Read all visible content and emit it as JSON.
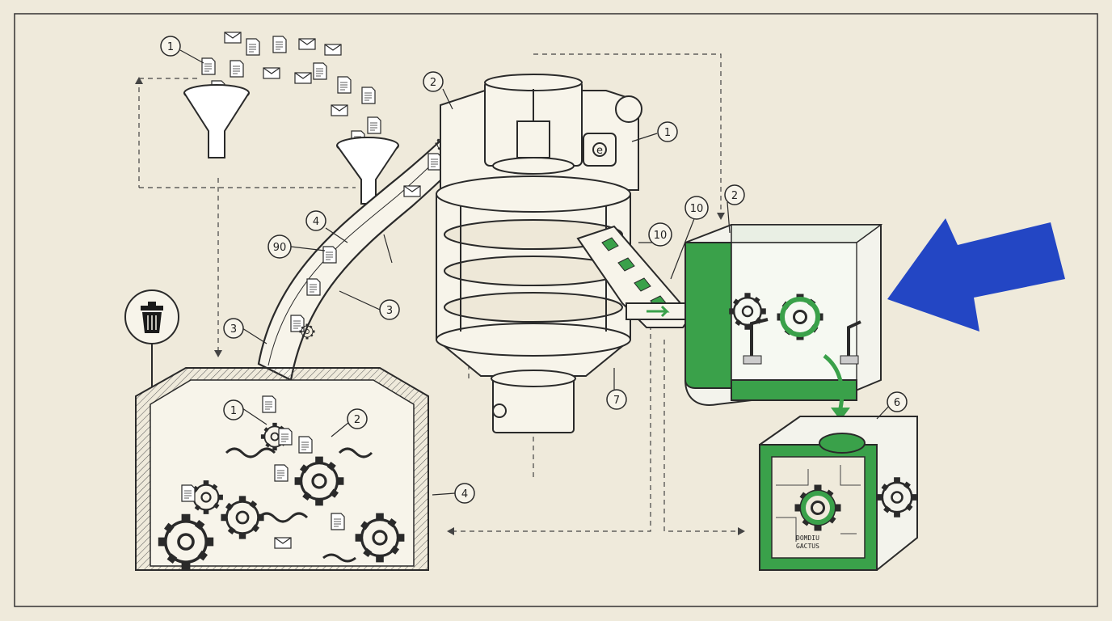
{
  "diagram": {
    "callouts": [
      {
        "id": "c-funnel-1",
        "text": "1"
      },
      {
        "id": "c-hopper-2",
        "text": "2"
      },
      {
        "id": "c-hopper-1",
        "text": "1"
      },
      {
        "id": "c-chute-4",
        "text": "4"
      },
      {
        "id": "c-chute-90",
        "text": "90"
      },
      {
        "id": "c-chute-3a",
        "text": "3"
      },
      {
        "id": "c-chute-3b",
        "text": "3"
      },
      {
        "id": "c-bin-1",
        "text": "1"
      },
      {
        "id": "c-bin-2",
        "text": "2"
      },
      {
        "id": "c-bin-4",
        "text": "4"
      },
      {
        "id": "c-column-7",
        "text": "7"
      },
      {
        "id": "c-conveyor-10a",
        "text": "10"
      },
      {
        "id": "c-conveyor-10b",
        "text": "10"
      },
      {
        "id": "c-assembly-2",
        "text": "2"
      },
      {
        "id": "c-cube-6",
        "text": "6"
      }
    ],
    "cube_label_line1": "DOMDIU",
    "cube_label_line2": "GACTUS",
    "hopper_badge": "e",
    "icons": {
      "trash": "trash-can-icon",
      "pointer": "blue-arrow-icon",
      "gear": "gear-icon",
      "document": "document-icon",
      "envelope": "envelope-icon"
    },
    "colors": {
      "paper": "#efeadb",
      "ink": "#2a2a2a",
      "accent_green": "#3aa14a",
      "pointer_blue": "#2346c4"
    }
  }
}
